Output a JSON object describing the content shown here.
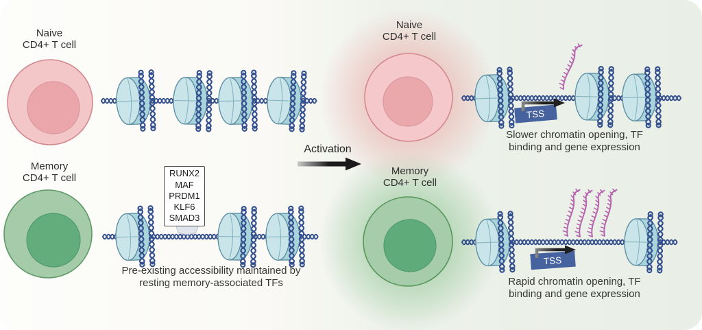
{
  "figure": {
    "left": {
      "naive_label": {
        "line1": "Naive",
        "line2": "CD4+ T cell"
      },
      "memory_label": {
        "line1": "Memory",
        "line2": "CD4+ T cell"
      },
      "tf_box": {
        "factors": [
          "RUNX2",
          "MAF",
          "PRDM1",
          "KLF6",
          "SMAD3"
        ]
      },
      "caption": {
        "line1": "Pre-existing accessibility maintained by",
        "line2": "resting memory-associated TFs"
      }
    },
    "activation": {
      "label": "Activation"
    },
    "right": {
      "naive_label": {
        "line1": "Naive",
        "line2": "CD4+ T cell"
      },
      "memory_label": {
        "line1": "Memory",
        "line2": "CD4+ T cell"
      },
      "tss_top": "TSS",
      "tss_bottom": "TSS",
      "caption_naive": {
        "line1": "Slower chromatin opening, TF",
        "line2": "binding and gene expression"
      },
      "caption_memory": {
        "line1": "Rapid chromatin opening, TF",
        "line2": "binding and gene expression"
      }
    }
  },
  "colors": {
    "background_left": "#fdfdfb",
    "background_right": "#e9efe6",
    "naive_cell_fill": "#f3c6c8",
    "naive_nucleus_fill": "#eaa6aa",
    "naive_cell_stroke": "#d2888e",
    "naive_glow": "#e98b8b",
    "memory_cell_fill": "#a6cba9",
    "memory_nucleus_fill": "#63ad7c",
    "memory_cell_stroke": "#579a61",
    "memory_glow": "#6fb478",
    "nucleosome_body": "#aad4dc",
    "nucleosome_face": "#c9e5ea",
    "nucleosome_stroke": "#5d8fa3",
    "dna": "#34508e",
    "rna": "#b664ae",
    "tss_box": "#46639f",
    "tss_text": "#ffffff",
    "arrow": "#1b1b1b",
    "text": "#2e2e2e"
  },
  "icons": {
    "nucleosome-icon": "histone octamer cylinder wrapped by DNA coils",
    "dna-strand-icon": "twisted double-helix linker DNA",
    "rna-transcript-icon": "nascent RNA transcript with ticks",
    "tss-box-icon": "transcription start site box with bent arrow",
    "activation-arrow-icon": "gradient black arrow",
    "tf-anchor-icon": "transcription factor bound to open DNA",
    "cell-icon": "round cell with nucleus"
  }
}
